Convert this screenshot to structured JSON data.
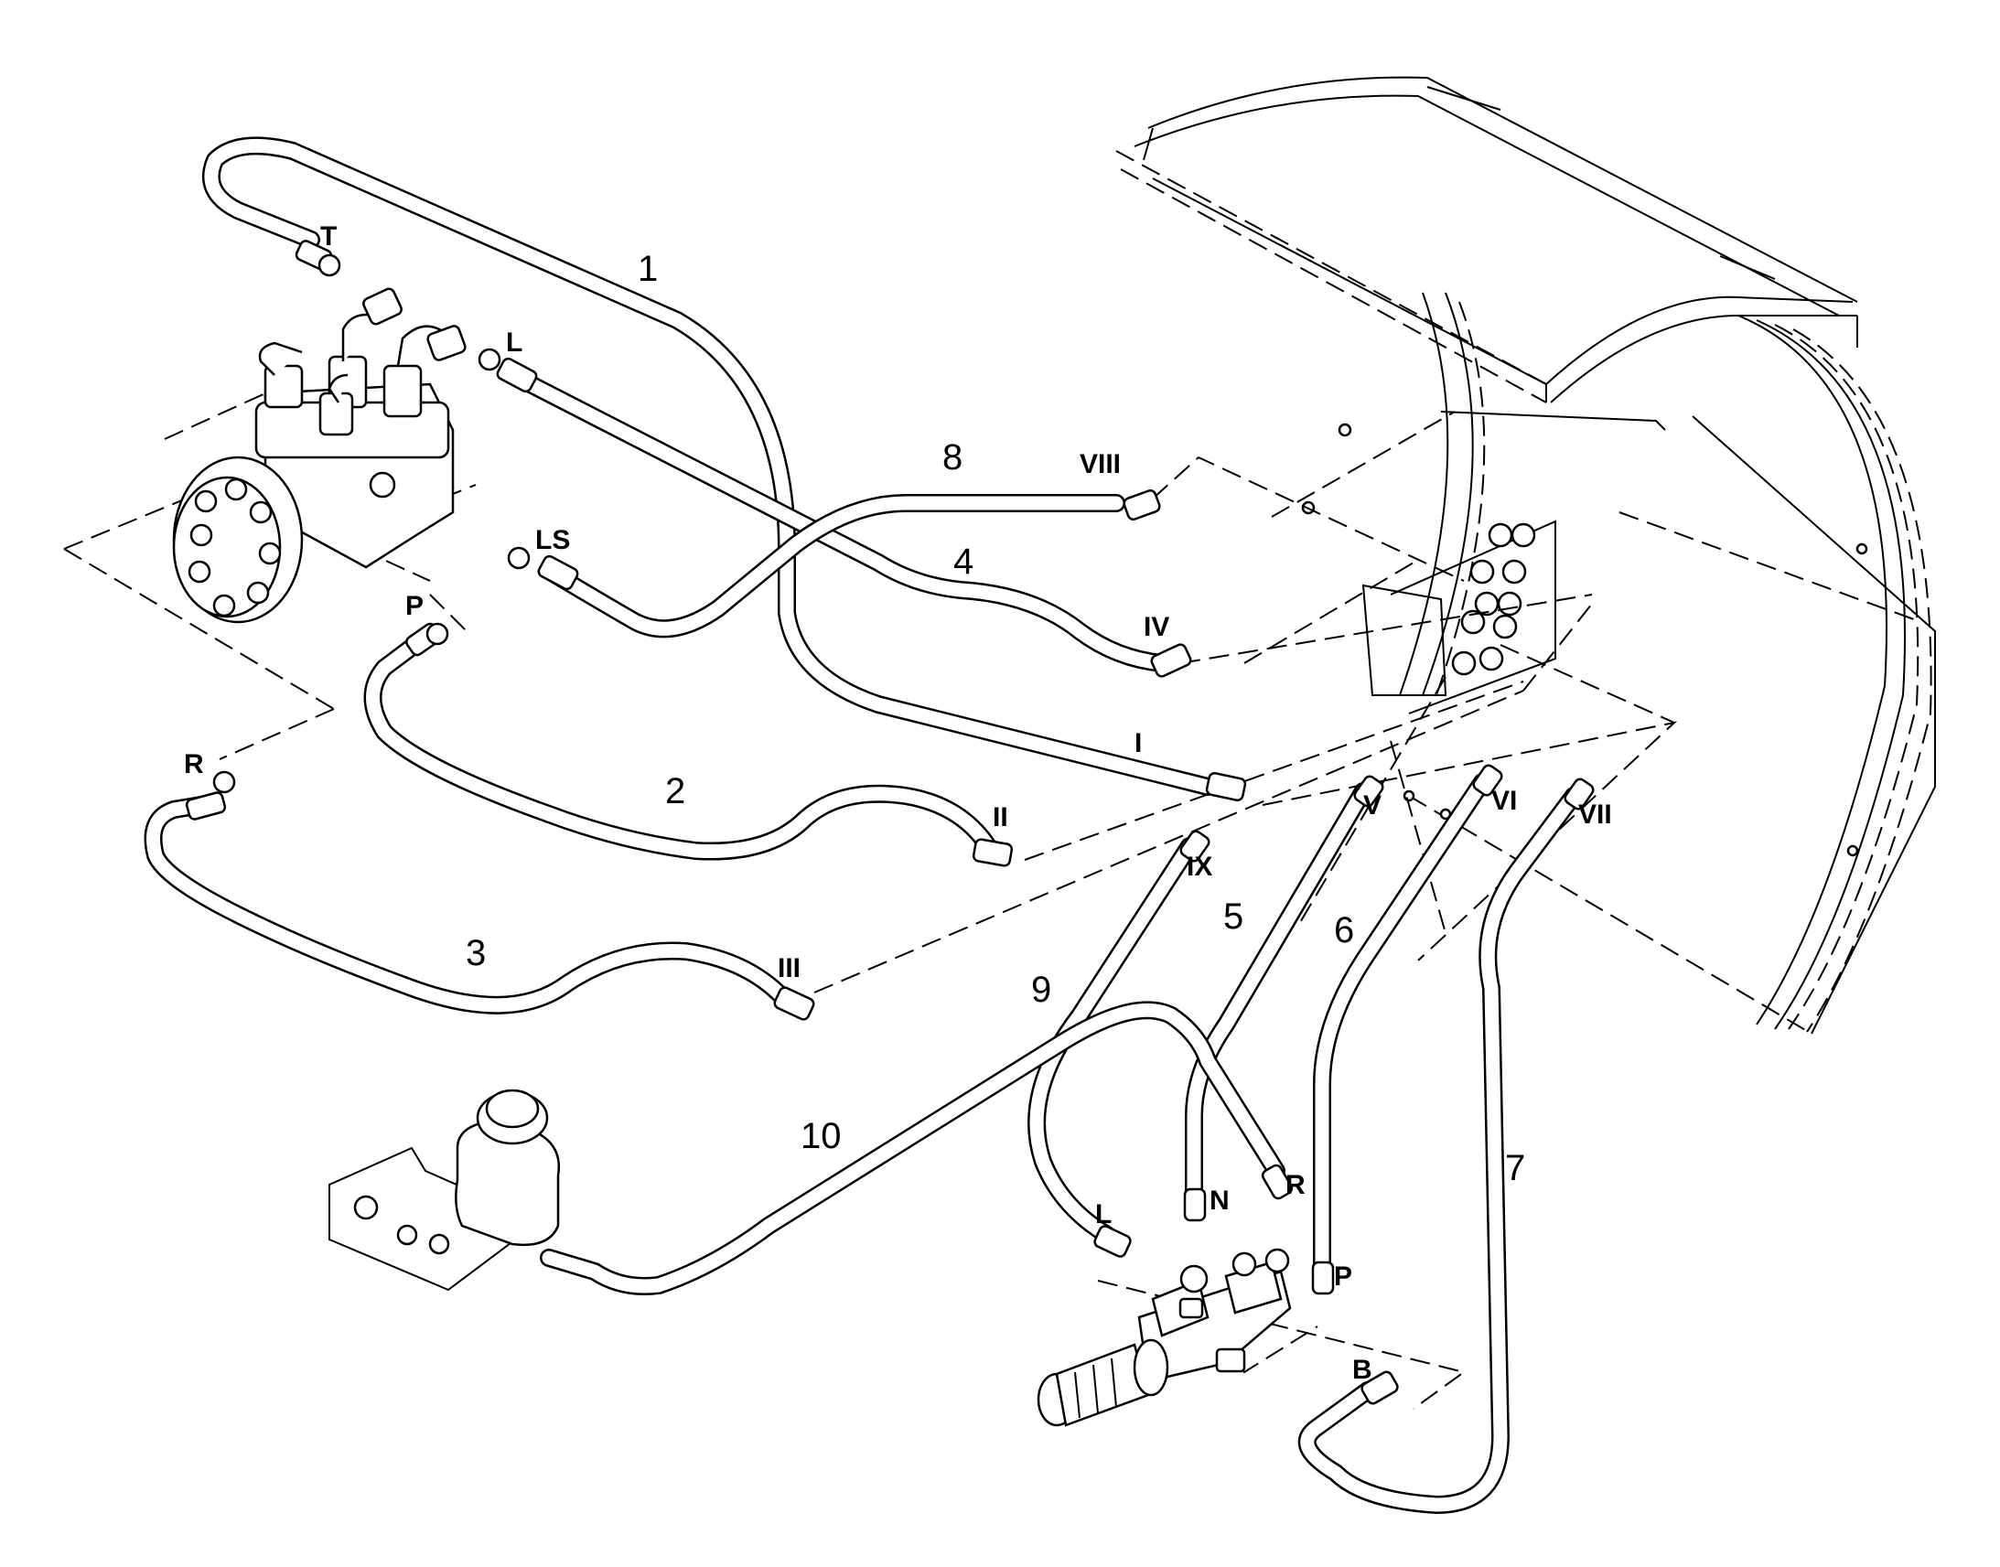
{
  "hose_numbers": {
    "h1": "1",
    "h2": "2",
    "h3": "3",
    "h4": "4",
    "h5": "5",
    "h6": "6",
    "h7": "7",
    "h8": "8",
    "h9": "9",
    "h10": "10"
  },
  "ports": {
    "t": "T",
    "l_top": "L",
    "ls": "LS",
    "p_top": "P",
    "r_left": "R",
    "i": "I",
    "ii": "II",
    "iii": "III",
    "iv": "IV",
    "v": "V",
    "vi": "VI",
    "vii": "VII",
    "viii": "VIII",
    "ix": "IX",
    "n": "N",
    "r_bottom": "R",
    "l_bottom": "L",
    "p_bottom": "P",
    "b": "B"
  }
}
